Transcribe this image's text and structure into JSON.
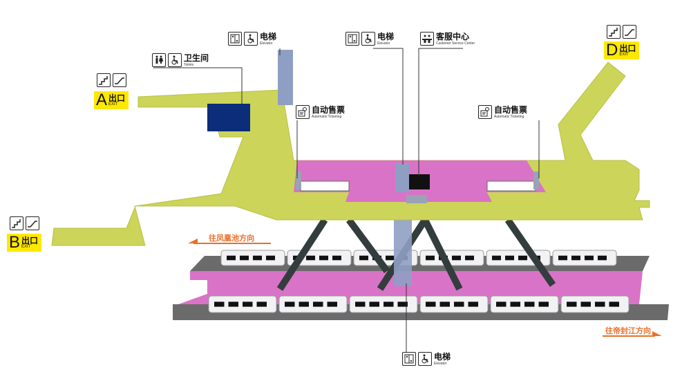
{
  "colors": {
    "concourse": "#ccd45a",
    "platform": "#d973c7",
    "track": "#6b6b6b",
    "accent": "#e8702a",
    "exit_bg": "#ffe800",
    "toilet_block": "#0b2d7a"
  },
  "exits": [
    {
      "letter": "A",
      "cn": "出口",
      "en": "EXIT"
    },
    {
      "letter": "B",
      "cn": "出口",
      "en": "EXIT"
    },
    {
      "letter": "D",
      "cn": "出口",
      "en": "EXIT"
    }
  ],
  "facilities": {
    "elevator_1": {
      "cn": "电梯",
      "en": "Elevator"
    },
    "toilets": {
      "cn": "卫生间",
      "en": "Toilets"
    },
    "elevator_2": {
      "cn": "电梯",
      "en": "Elevator"
    },
    "customer_service": {
      "cn": "客服中心",
      "en": "Customer Service Center"
    },
    "ticketing_left": {
      "cn": "自动售票",
      "en": "Automatic Ticketing"
    },
    "ticketing_right": {
      "cn": "自动售票",
      "en": "Automatic Ticketing"
    },
    "elevator_3": {
      "cn": "电梯",
      "en": "Elevator"
    }
  },
  "directions": {
    "left": "往凤凰池方向",
    "right": "往帝封江方向"
  }
}
